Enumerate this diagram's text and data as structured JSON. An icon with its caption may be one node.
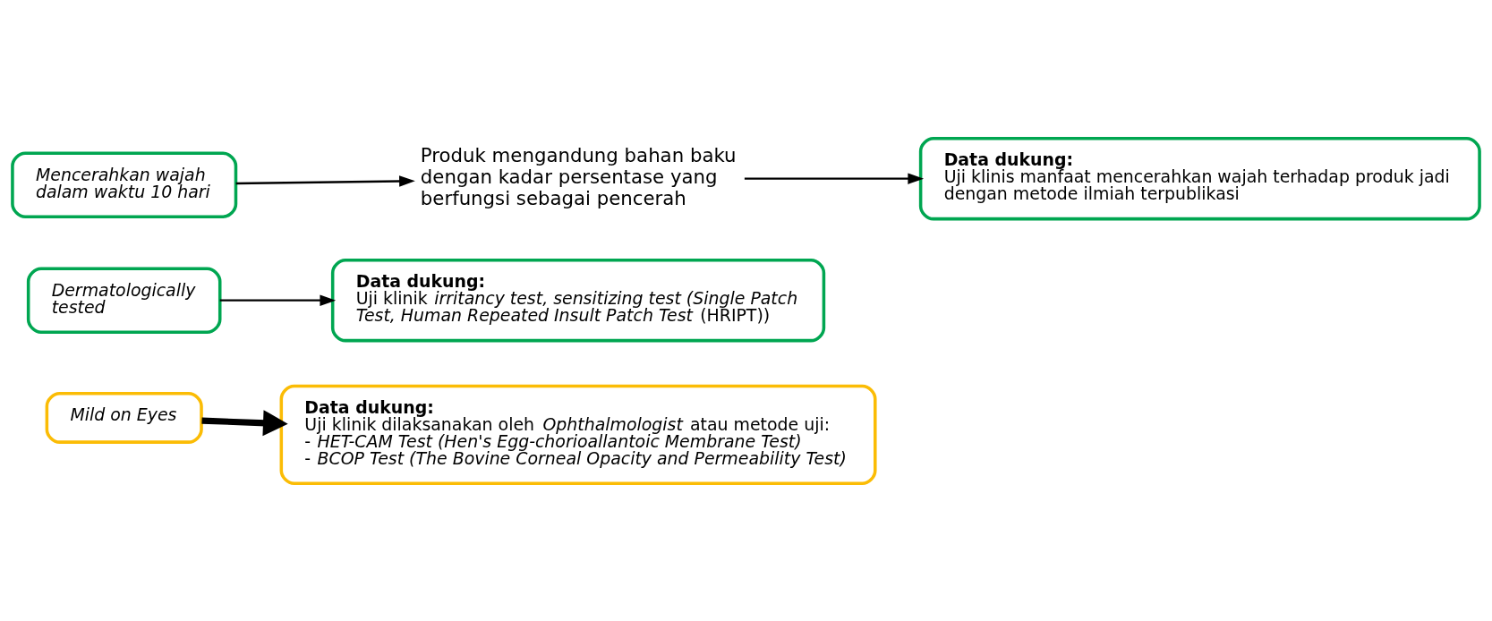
{
  "diagram": {
    "nodes": [
      {
        "text": [
          "Mencerahkan wajah dalam waktu 10 hari"
        ]
      },
      {
        "text": [
          "Produk mengandung bahan baku dengan kadar persentase yang berfungsi sebagai pencerah"
        ]
      },
      {
        "text": [
          "Data dukung:",
          "Uji klinis manfaat mencerahkan wajah terhadap produk jadi dengan metode ilmiah terpublikasi"
        ]
      },
      {
        "text": [
          "Dermatologically tested"
        ]
      },
      {
        "text": [
          "Data dukung:",
          "Uji klinik *irritancy test, sensitizing test (Single Patch Test, Human Repeated Insult Patch Test* (HRIPT))"
        ]
      },
      {
        "text": [
          "Mild on Eyes"
        ]
      },
      {
        "text": [
          "Data dukung:",
          "Uji klinik dilaksanakan oleh *Ophthalmologist* atau metode uji:",
          "- *HET-CAM Test (Hen's Egg-chorioallantoic Membrane Test)*",
          "- *BCOP Test (The Bovine Corneal Opacity and Permeability Test)*"
        ]
      }
    ],
    "edges": [
      {
        "from": 0,
        "to": 1,
        "arrow": "to"
      },
      {
        "from": 1,
        "to": 2,
        "arrow": "to"
      },
      {
        "from": 3,
        "to": 4,
        "arrow": "to"
      },
      {
        "from": 5,
        "to": 6,
        "arrow": "to",
        "style": "thick"
      }
    ]
  }
}
